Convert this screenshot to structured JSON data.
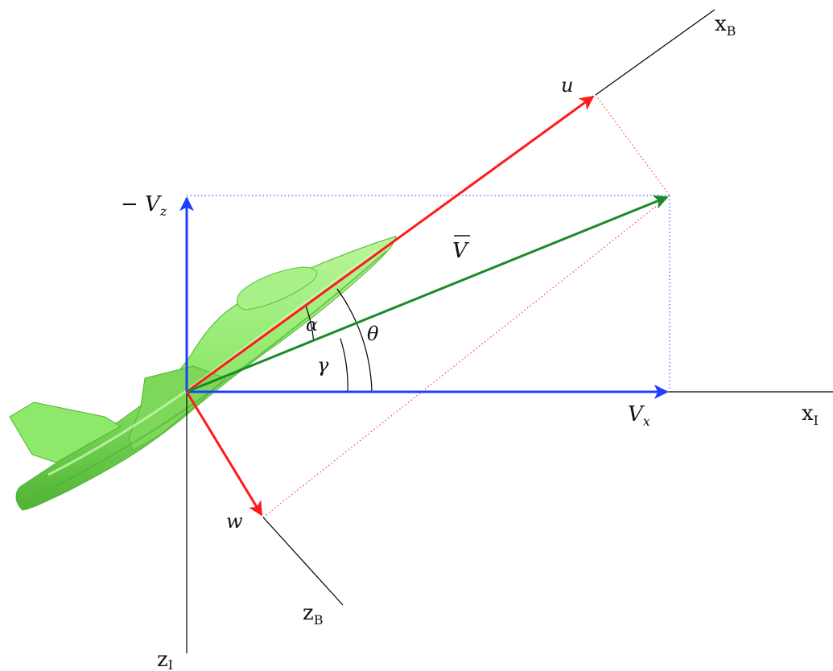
{
  "labels": {
    "xB_main": "x",
    "xB_sub": "B",
    "xI_main": "x",
    "xI_sub": "I",
    "zB_main": "z",
    "zB_sub": "B",
    "zI_main": "z",
    "zI_sub": "I",
    "u": "u",
    "w": "w",
    "neg_Vz_main": "− V",
    "neg_Vz_sub": "z",
    "Vx_main": "V",
    "Vx_sub": "x",
    "Vbar": "V",
    "alpha": "α",
    "gamma": "γ",
    "theta": "θ"
  },
  "colors": {
    "axis": "#000000",
    "body_vector": "#ff1a1a",
    "inertial_vector": "#1f3fff",
    "velocity_vector": "#1a8a2a",
    "aircraft_fill": "#8ee86a",
    "aircraft_shade": "#5cc43c",
    "projection_red": "#ff4040",
    "projection_blue": "#4060ff"
  },
  "icons": {
    "aircraft": "jet-aircraft-illustration"
  }
}
